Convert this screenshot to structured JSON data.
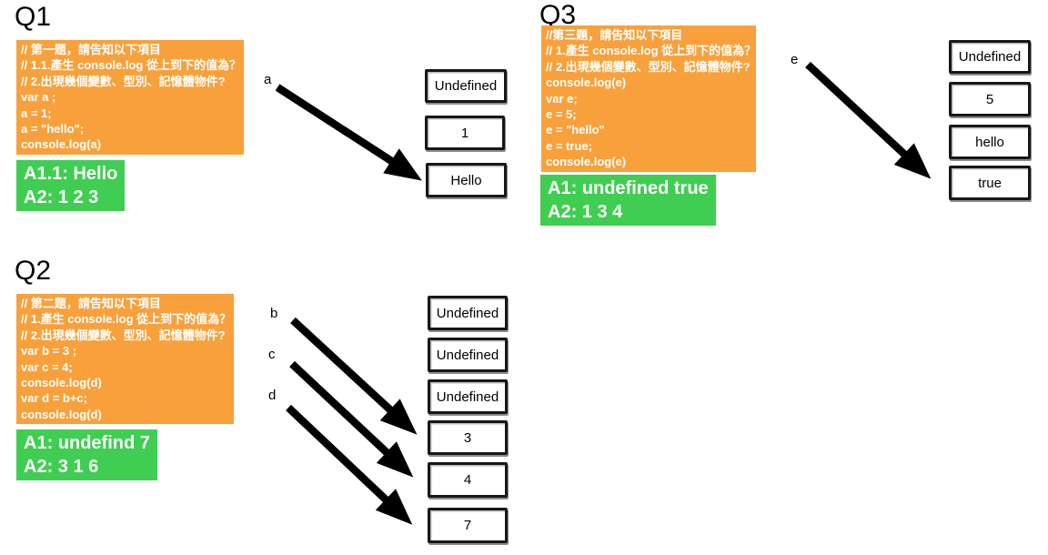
{
  "colors": {
    "code_block_bg": "#F8A13C",
    "answer_block_bg": "#3FCE51",
    "block_text": "#FFFFFF",
    "box_border": "#171717",
    "arrow": "#000000"
  },
  "q1": {
    "title": "Q1",
    "code_lines": [
      "// 第一題，請告知以下項目",
      "// 1.1.產生 console.log 從上到下的值為？",
      "// 2.出現幾個變數、型別、記憶體物件?",
      "var a ;",
      "a = 1;",
      "a = \"hello\";",
      "console.log(a)"
    ],
    "answer_lines": [
      "A1.1: Hello",
      "A2: 1 2 3"
    ],
    "pointer_label": "a",
    "boxes": [
      "Undefined",
      "1",
      "Hello"
    ]
  },
  "q2": {
    "title": "Q2",
    "code_lines": [
      "// 第二題，請告知以下項目",
      "// 1.產生 console.log 從上到下的值為？",
      "// 2.出現幾個變數、型別、記憶體物件?",
      "var b = 3 ;",
      "var c = 4;",
      "console.log(d)",
      "var d = b+c;",
      "console.log(d)"
    ],
    "answer_lines": [
      "A1: undefind 7",
      "A2: 3 1 6"
    ],
    "pointer_labels": [
      "b",
      "c",
      "d"
    ],
    "boxes": [
      "Undefined",
      "Undefined",
      "Undefined",
      "3",
      "4",
      "7"
    ]
  },
  "q3": {
    "title": "Q3",
    "code_lines": [
      "//第三題，請告知以下項目",
      "// 1.產生 console.log 從上到下的值為？",
      "// 2.出現幾個變數、型別、記憶體物件?",
      "console.log(e)",
      "var e;",
      "e = 5;",
      "e = \"hello\"",
      "e = true;",
      "console.log(e)"
    ],
    "answer_lines": [
      "A1: undefined true",
      "A2: 1 3 4"
    ],
    "pointer_label": "e",
    "boxes": [
      "Undefined",
      "5",
      "hello",
      "true"
    ]
  }
}
